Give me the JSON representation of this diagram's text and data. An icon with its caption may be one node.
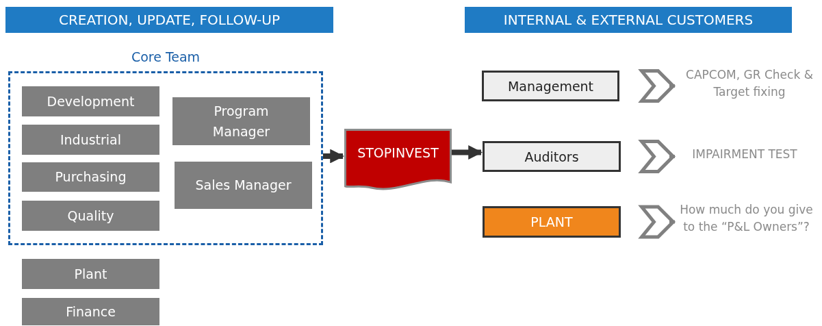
{
  "diagram": {
    "nodes": [
      {
        "text": [
          "CREATION, UPDATE, FOLLOW-UP"
        ]
      },
      {
        "text": [
          "INTERNAL & EXTERNAL CUSTOMERS"
        ]
      },
      {
        "text": [
          "Core Team"
        ]
      },
      {
        "text": [
          "Development"
        ],
        "in": 2
      },
      {
        "text": [
          "Industrial"
        ],
        "in": 2
      },
      {
        "text": [
          "Purchasing"
        ],
        "in": 2
      },
      {
        "text": [
          "Quality"
        ],
        "in": 2
      },
      {
        "text": [
          "Program Manager"
        ],
        "in": 2
      },
      {
        "text": [
          "Sales Manager"
        ],
        "in": 2
      },
      {
        "text": [
          "Plant"
        ]
      },
      {
        "text": [
          "Finance"
        ]
      },
      {
        "text": [
          "STOPINVEST"
        ]
      },
      {
        "text": [
          "Management"
        ]
      },
      {
        "text": [
          "Auditors"
        ]
      },
      {
        "text": [
          "PLANT"
        ]
      },
      {
        "text": [
          "CAPCOM, GR Check & Target fixing"
        ]
      },
      {
        "text": [
          "IMPAIRMENT TEST"
        ]
      },
      {
        "text": [
          "How much do you give to the “P&L Owners”?"
        ]
      }
    ],
    "edges": [
      {
        "from": 2,
        "to": 11,
        "arrow": "to",
        "color": "#333333"
      },
      {
        "from": 11,
        "to": 13,
        "arrow": "to",
        "color": "#333333"
      },
      {
        "from": 12,
        "to": 15,
        "arrow": "to"
      },
      {
        "from": 13,
        "to": 16,
        "arrow": "to"
      },
      {
        "from": 14,
        "to": 17,
        "arrow": "to"
      }
    ]
  }
}
